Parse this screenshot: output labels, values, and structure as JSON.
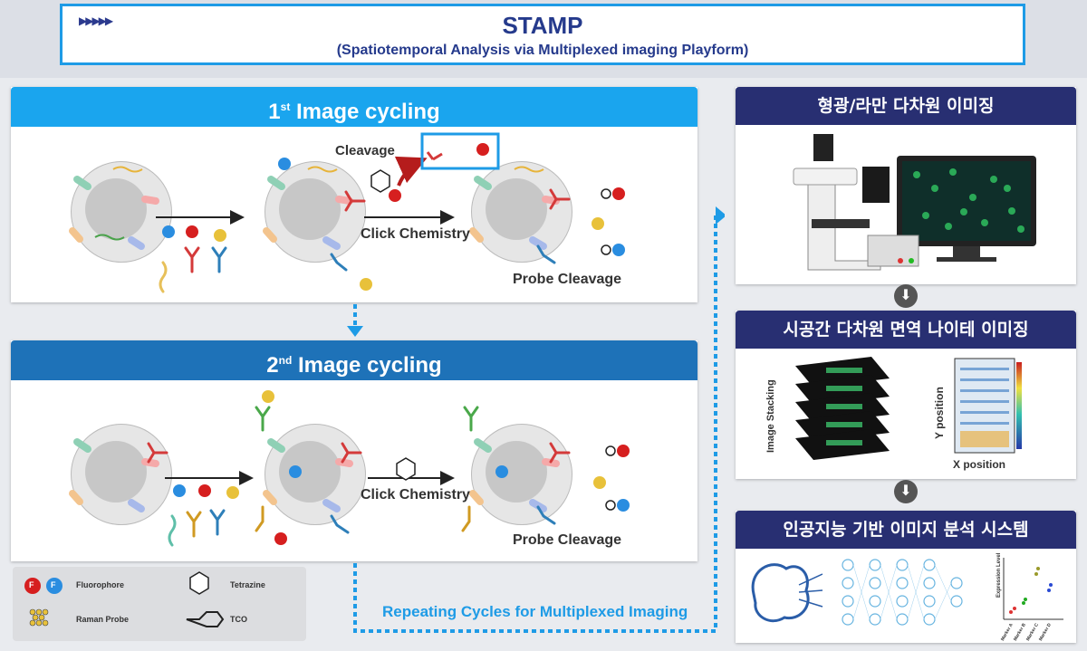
{
  "header": {
    "title": "STAMP",
    "subtitle": "(Spatiotemporal Analysis via Multiplexed imaging Playform)"
  },
  "cycle1": {
    "title_num": "1",
    "title_sup": "st",
    "title_rest": " Image cycling",
    "cleavage": "Cleavage",
    "click_chemistry": "Click Chemistry",
    "probe_cleavage": "Probe Cleavage"
  },
  "cycle2": {
    "title_num": "2",
    "title_sup": "nd",
    "title_rest": " Image cycling",
    "click_chemistry": "Click Chemistry",
    "probe_cleavage": "Probe Cleavage"
  },
  "legend": {
    "fluorophore": "Fluorophore",
    "tetrazine": "Tetrazine",
    "raman_probe": "Raman Probe",
    "tco": "TCO",
    "f_glyph": "F"
  },
  "repeat_text": "Repeating Cycles for Multiplexed Imaging",
  "right": {
    "panel1_title": "형광/라만 다차원 이미징",
    "panel2_title": "시공간 다차원 면역 나이테 이미징",
    "panel3_title": "인공지능 기반 이미지 분석 시스템",
    "image_stacking": "Image Stacking",
    "y_position": "Y position",
    "x_position": "X position",
    "expression_level": "Expression Level",
    "markers": [
      "Marker A",
      "Marker B",
      "Marker C",
      "Marker D"
    ]
  },
  "colors": {
    "light_blue": "#1aa5ee",
    "dark_blue": "#1e72b8",
    "navy": "#282f72",
    "red_fluor": "#d61f1f",
    "blue_fluor": "#2a8de0"
  }
}
